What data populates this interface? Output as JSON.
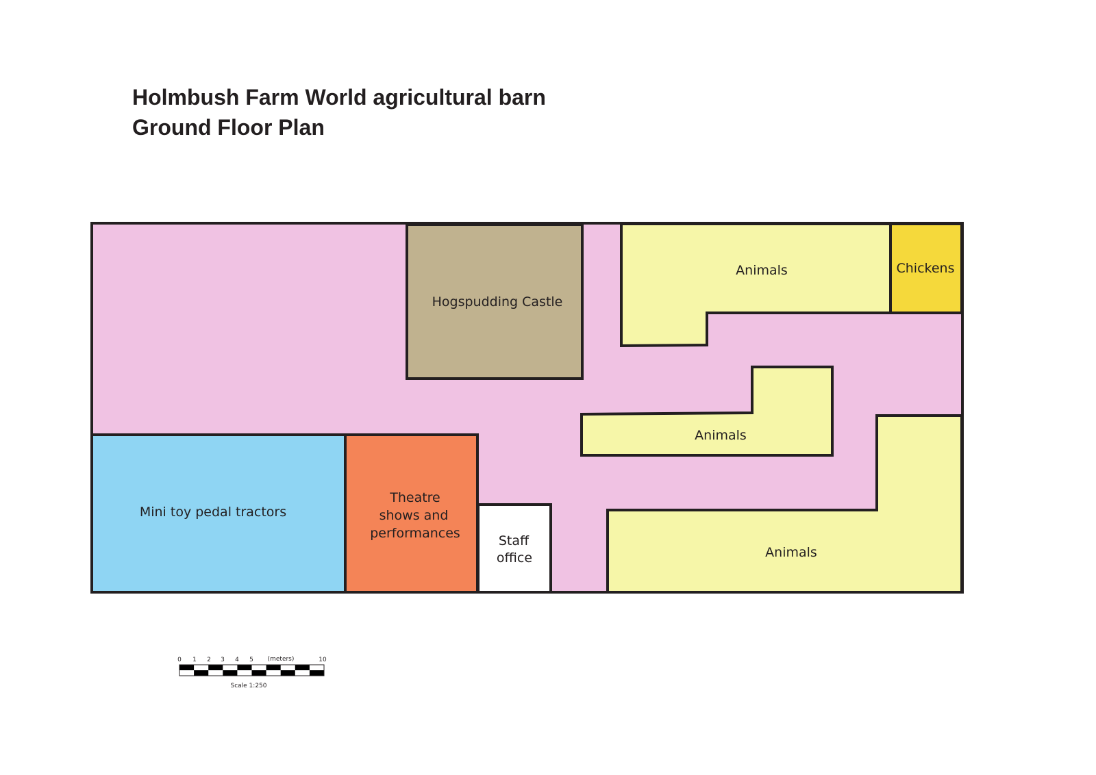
{
  "title": {
    "line1": "Holmbush Farm World agricultural barn",
    "line2": "Ground Floor Plan"
  },
  "rooms": {
    "castle": "Hogspudding Castle",
    "animals_top": "Animals",
    "chickens": "Chickens",
    "animals_mid": "Animals",
    "animals_bottom": "Animals",
    "tractors": "Mini toy pedal tractors",
    "theatre": [
      "Theatre",
      "shows and",
      "performances"
    ],
    "staff": [
      "Staff",
      "office"
    ]
  },
  "scale_bar": {
    "ticks": [
      "0",
      "1",
      "2",
      "3",
      "4",
      "5",
      "10"
    ],
    "unit": "(meters)",
    "caption": "Scale 1:250"
  },
  "colors": {
    "corridor": "#f0c2e3",
    "castle": "#c0b28f",
    "animals": "#f6f6a8",
    "chickens": "#f5d93b",
    "tractors": "#8fd5f3",
    "theatre": "#f48457",
    "staff": "#ffffff",
    "outline": "#231f20"
  }
}
